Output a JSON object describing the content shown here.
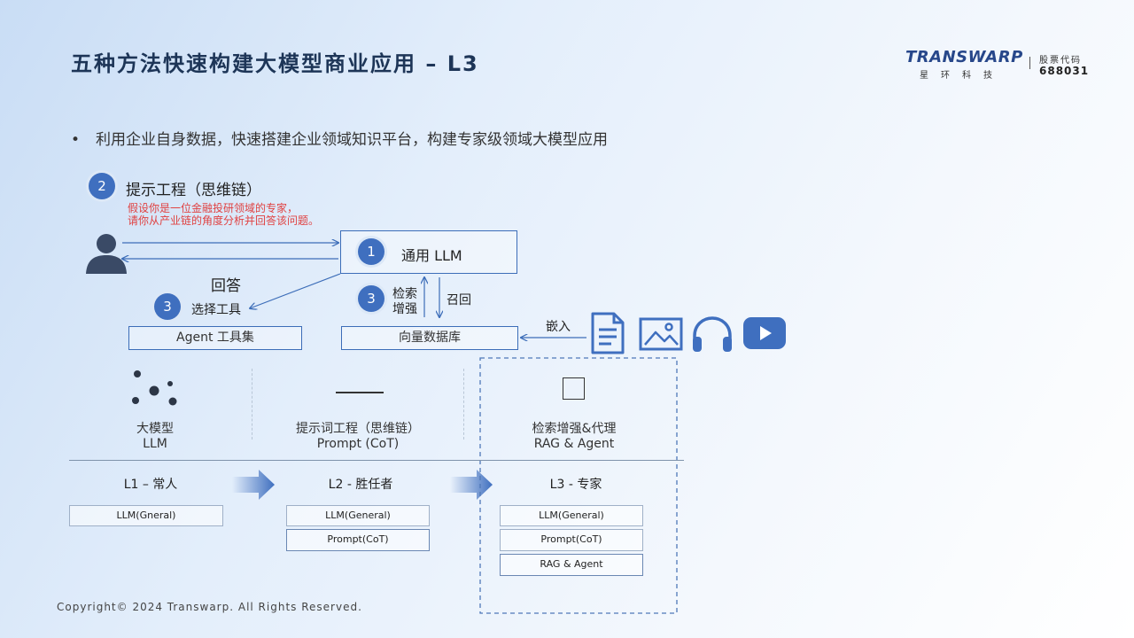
{
  "header": {
    "title": "五种方法快速构建大模型商业应用 – L3",
    "logo_text": "TRANSWARP",
    "logo_sub": "星环科技",
    "stock_label": "股票代码",
    "stock_code": "688031"
  },
  "bullet": "利用企业自身数据，快速搭建企业领域知识平台，构建专家级领域大模型应用",
  "diagram": {
    "step2_num": "2",
    "step2_title": "提示工程（思维链）",
    "step2_line1": "假设你是一位金融投研领域的专家，",
    "step2_line2": "请你从产业链的角度分析并回答该问题。",
    "step1_num": "1",
    "llm_box": "通用 LLM",
    "answer": "回答",
    "step3a_num": "3",
    "select_tool": "选择工具",
    "agent_box": "Agent 工具集",
    "step3b_num": "3",
    "retrieve_line1": "检索",
    "retrieve_line2": "增强",
    "recall": "召回",
    "vector_box": "向量数据库",
    "embed": "嵌入",
    "icons": [
      "user-icon",
      "document-icon",
      "image-icon",
      "headphones-icon",
      "video-play-icon"
    ],
    "accent_color": "#3f6fbf"
  },
  "stages": [
    {
      "line1": "大模型",
      "line2": "LLM"
    },
    {
      "line1": "提示词工程（思维链）",
      "line2": "Prompt (CoT)"
    },
    {
      "line1": "检索增强&代理",
      "line2": "RAG & Agent"
    }
  ],
  "levels": [
    {
      "title": "L1 – 常人",
      "items": [
        "LLM(Gneral)"
      ]
    },
    {
      "title": "L2 - 胜任者",
      "items": [
        "LLM(General)",
        "Prompt(CoT)"
      ]
    },
    {
      "title": "L3 - 专家",
      "items": [
        "LLM(General)",
        "Prompt(CoT)",
        "RAG & Agent"
      ]
    }
  ],
  "footer": "Copyright©   2024 Transwarp. All Rights Reserved."
}
